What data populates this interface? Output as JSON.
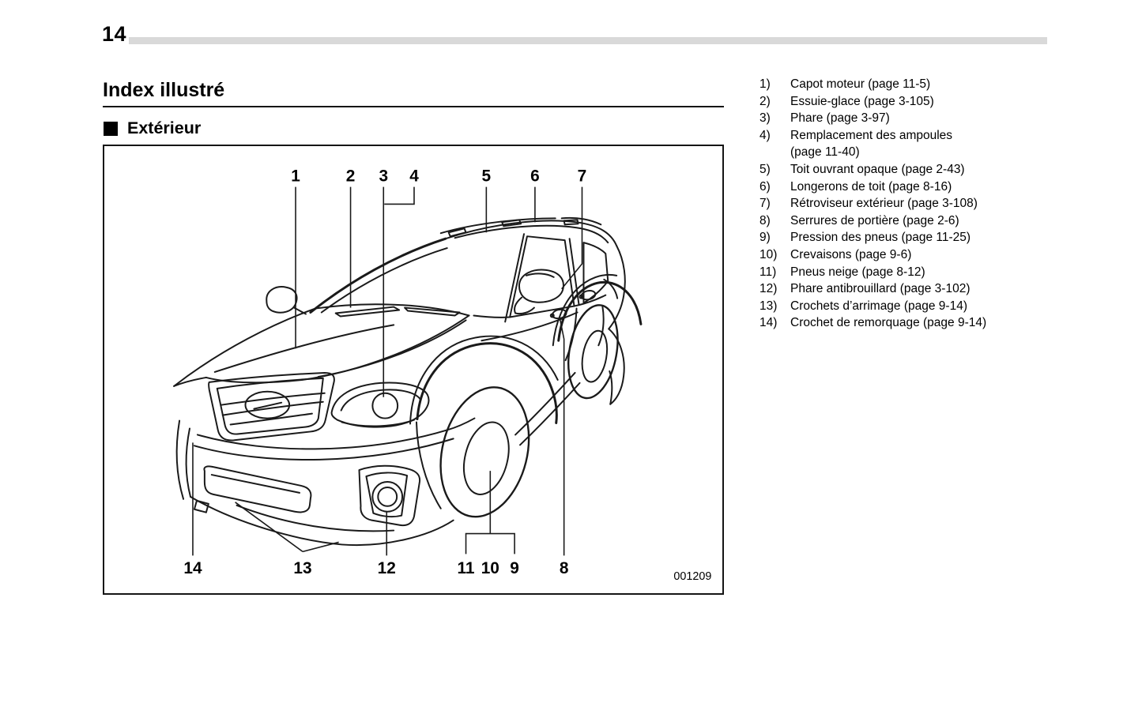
{
  "page": {
    "number": "14"
  },
  "title": "Index illustré",
  "section": {
    "title": "Extérieur"
  },
  "figure": {
    "code": "001209",
    "callouts": {
      "c1": "1",
      "c2": "2",
      "c3": "3",
      "c4": "4",
      "c5": "5",
      "c6": "6",
      "c7": "7",
      "c8": "8",
      "c9": "9",
      "c10": "10",
      "c11": "11",
      "c12": "12",
      "c13": "13",
      "c14": "14"
    }
  },
  "legend": {
    "items": [
      {
        "num": "1)",
        "text": "Capot moteur (page 11-5)"
      },
      {
        "num": "2)",
        "text": "Essuie-glace (page 3-105)"
      },
      {
        "num": "3)",
        "text": "Phare (page 3-97)"
      },
      {
        "num": "4)",
        "text": "Remplacement des ampoules",
        "text2": "(page 11-40)"
      },
      {
        "num": "5)",
        "text": "Toit ouvrant opaque (page 2-43)"
      },
      {
        "num": "6)",
        "text": "Longerons de toit (page 8-16)"
      },
      {
        "num": "7)",
        "text": "Rétroviseur extérieur (page 3-108)"
      },
      {
        "num": "8)",
        "text": "Serrures de portière (page 2-6)"
      },
      {
        "num": "9)",
        "text": "Pression des pneus (page 11-25)"
      },
      {
        "num": "10)",
        "text": "Crevaisons (page 9-6)"
      },
      {
        "num": "11)",
        "text": "Pneus neige (page 8-12)"
      },
      {
        "num": "12)",
        "text": "Phare antibrouillard (page 3-102)"
      },
      {
        "num": "13)",
        "text": "Crochets d’arrimage (page 9-14)"
      },
      {
        "num": "14)",
        "text": "Crochet de remorquage (page 9-14)"
      }
    ]
  },
  "colors": {
    "ink": "#1a1a1a",
    "band": "#d9d9d9"
  }
}
